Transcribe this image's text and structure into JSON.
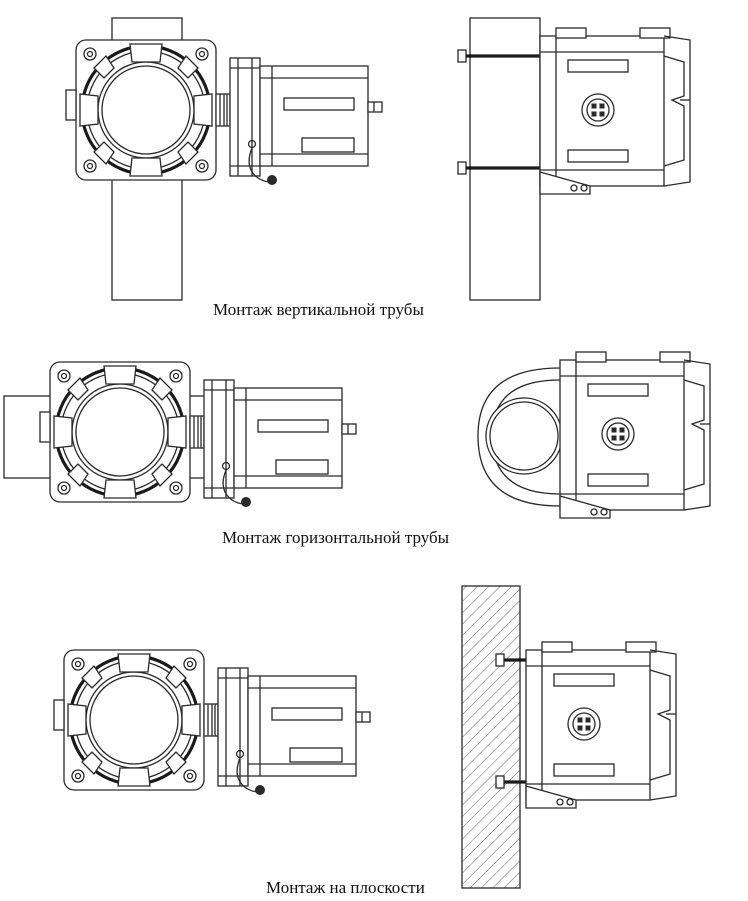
{
  "captions": {
    "vertical": "Монтаж вертикальной трубы",
    "horizontal": "Монтаж горизонтальной трубы",
    "flat": "Монтаж на плоскости"
  },
  "colors": {
    "line": "#2a2a2a",
    "background": "#ffffff"
  }
}
